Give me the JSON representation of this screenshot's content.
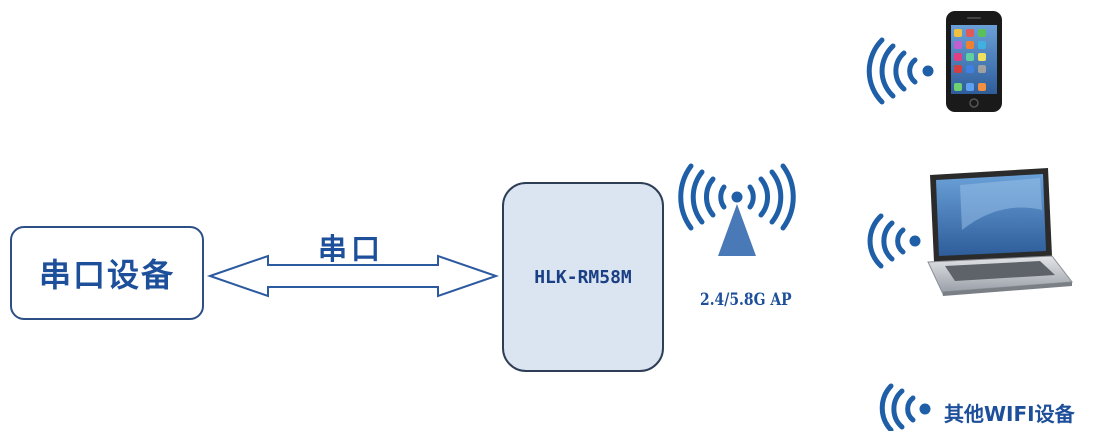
{
  "serial_device": {
    "label": "串口设备"
  },
  "link": {
    "label": "串口"
  },
  "module": {
    "label": "HLK-RM58M"
  },
  "ap": {
    "label": "2.4/5.8G AP"
  },
  "clients": {
    "phone_icon": "smartphone-icon",
    "laptop_icon": "laptop-icon",
    "other_label": "其他WIFI设备"
  },
  "colors": {
    "accent": "#1d4f9a",
    "wifi": "#1f5fa8",
    "module_fill": "#dbe4f1"
  }
}
